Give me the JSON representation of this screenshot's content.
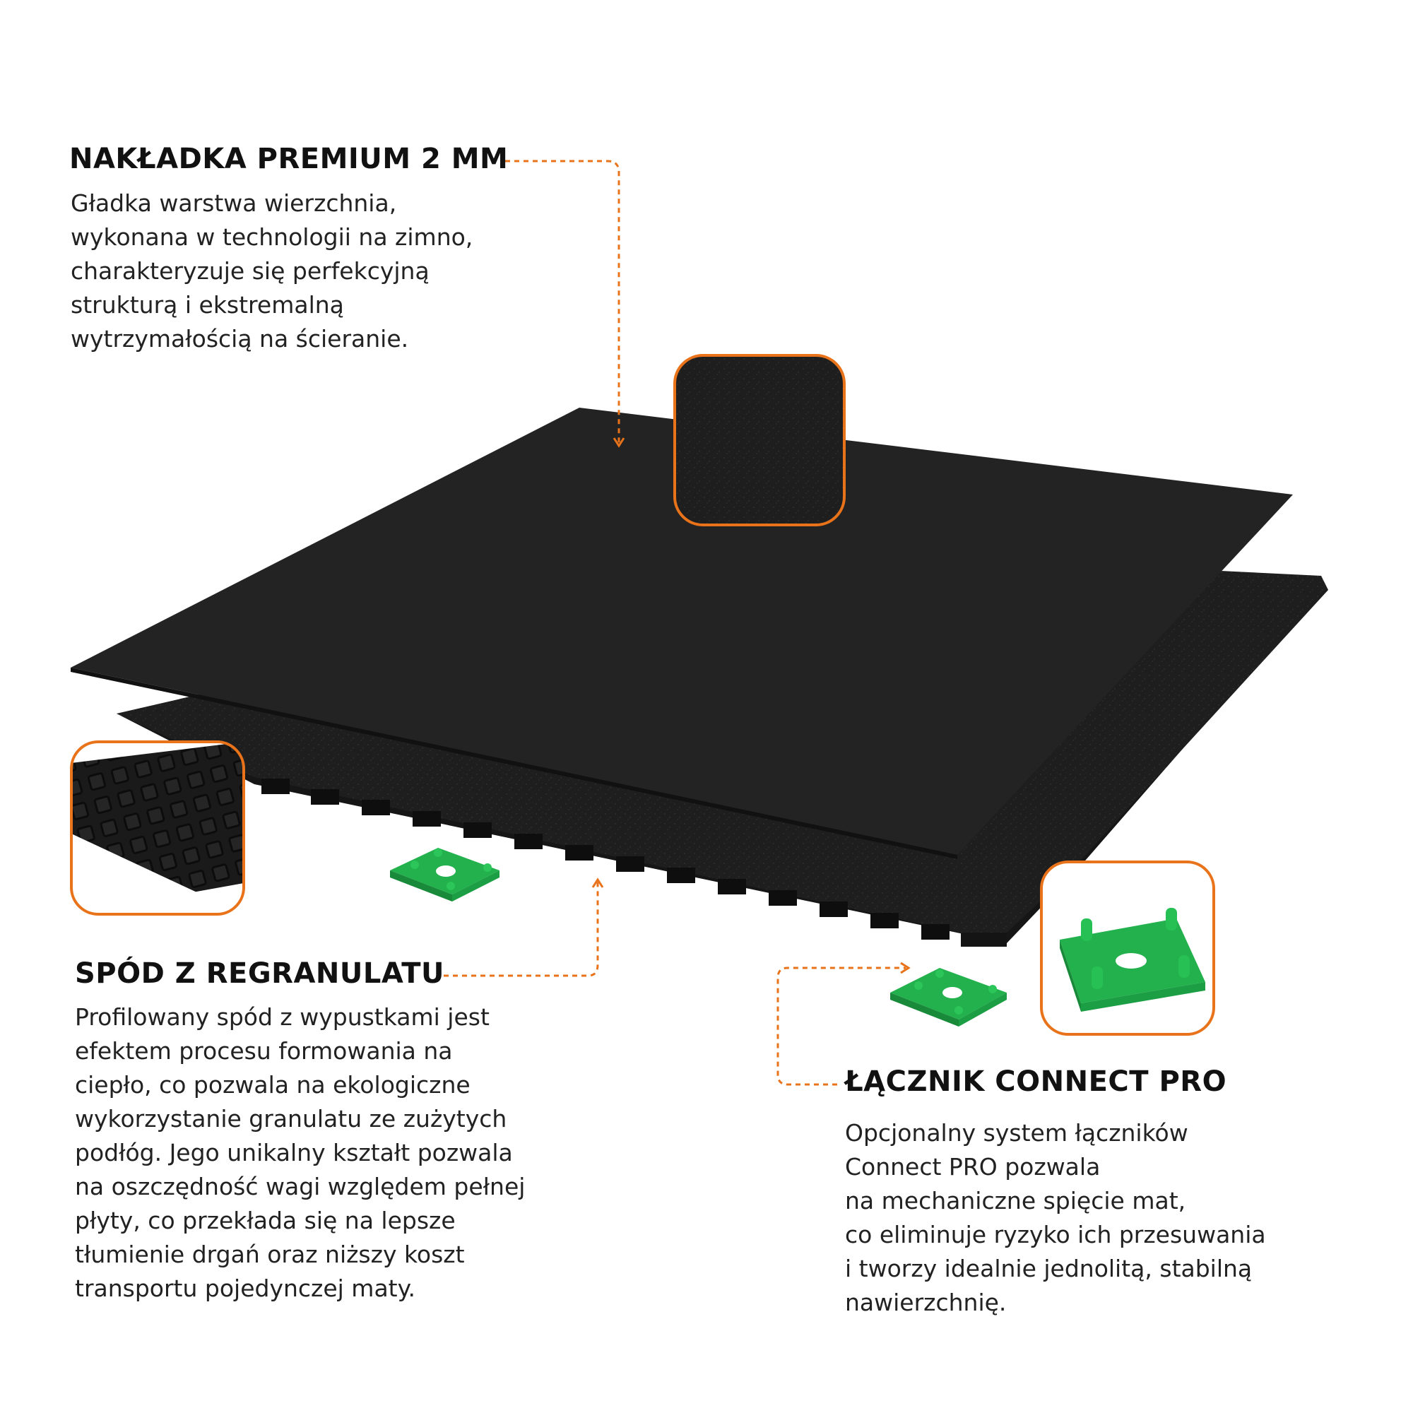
{
  "accent_color": "#e8731a",
  "connector_color": "#22b14c",
  "mat_color": "#1c1c1c",
  "sections": {
    "overlay": {
      "title": "NAKŁADKA PREMIUM 2 MM",
      "lines": [
        "Gładka warstwa wierzchnia,",
        "wykonana w technologii na zimno,",
        "charakteryzuje się perfekcyjną",
        "strukturą i ekstremalną",
        "wytrzymałością na ścieranie."
      ]
    },
    "base": {
      "title": "SPÓD Z REGRANULATU",
      "lines": [
        "Profilowany spód z wypustkami jest",
        "efektem procesu formowania na",
        "ciepło, co pozwala na ekologiczne",
        "wykorzystanie granulatu ze zużytych",
        "podłóg. Jego unikalny kształt pozwala",
        "na oszczędność wagi względem pełnej",
        "płyty, co przekłada się na lepsze",
        "tłumienie drgań oraz niższy koszt",
        "transportu pojedynczej maty."
      ]
    },
    "connector": {
      "title": "ŁĄCZNIK CONNECT PRO",
      "lines": [
        "Opcjonalny system łączników",
        "Connect PRO pozwala",
        "na mechaniczne spięcie mat,",
        "co eliminuje ryzyko ich przesuwania",
        "i tworzy idealnie jednolitą, stabilną",
        "nawierzchnię."
      ]
    }
  }
}
